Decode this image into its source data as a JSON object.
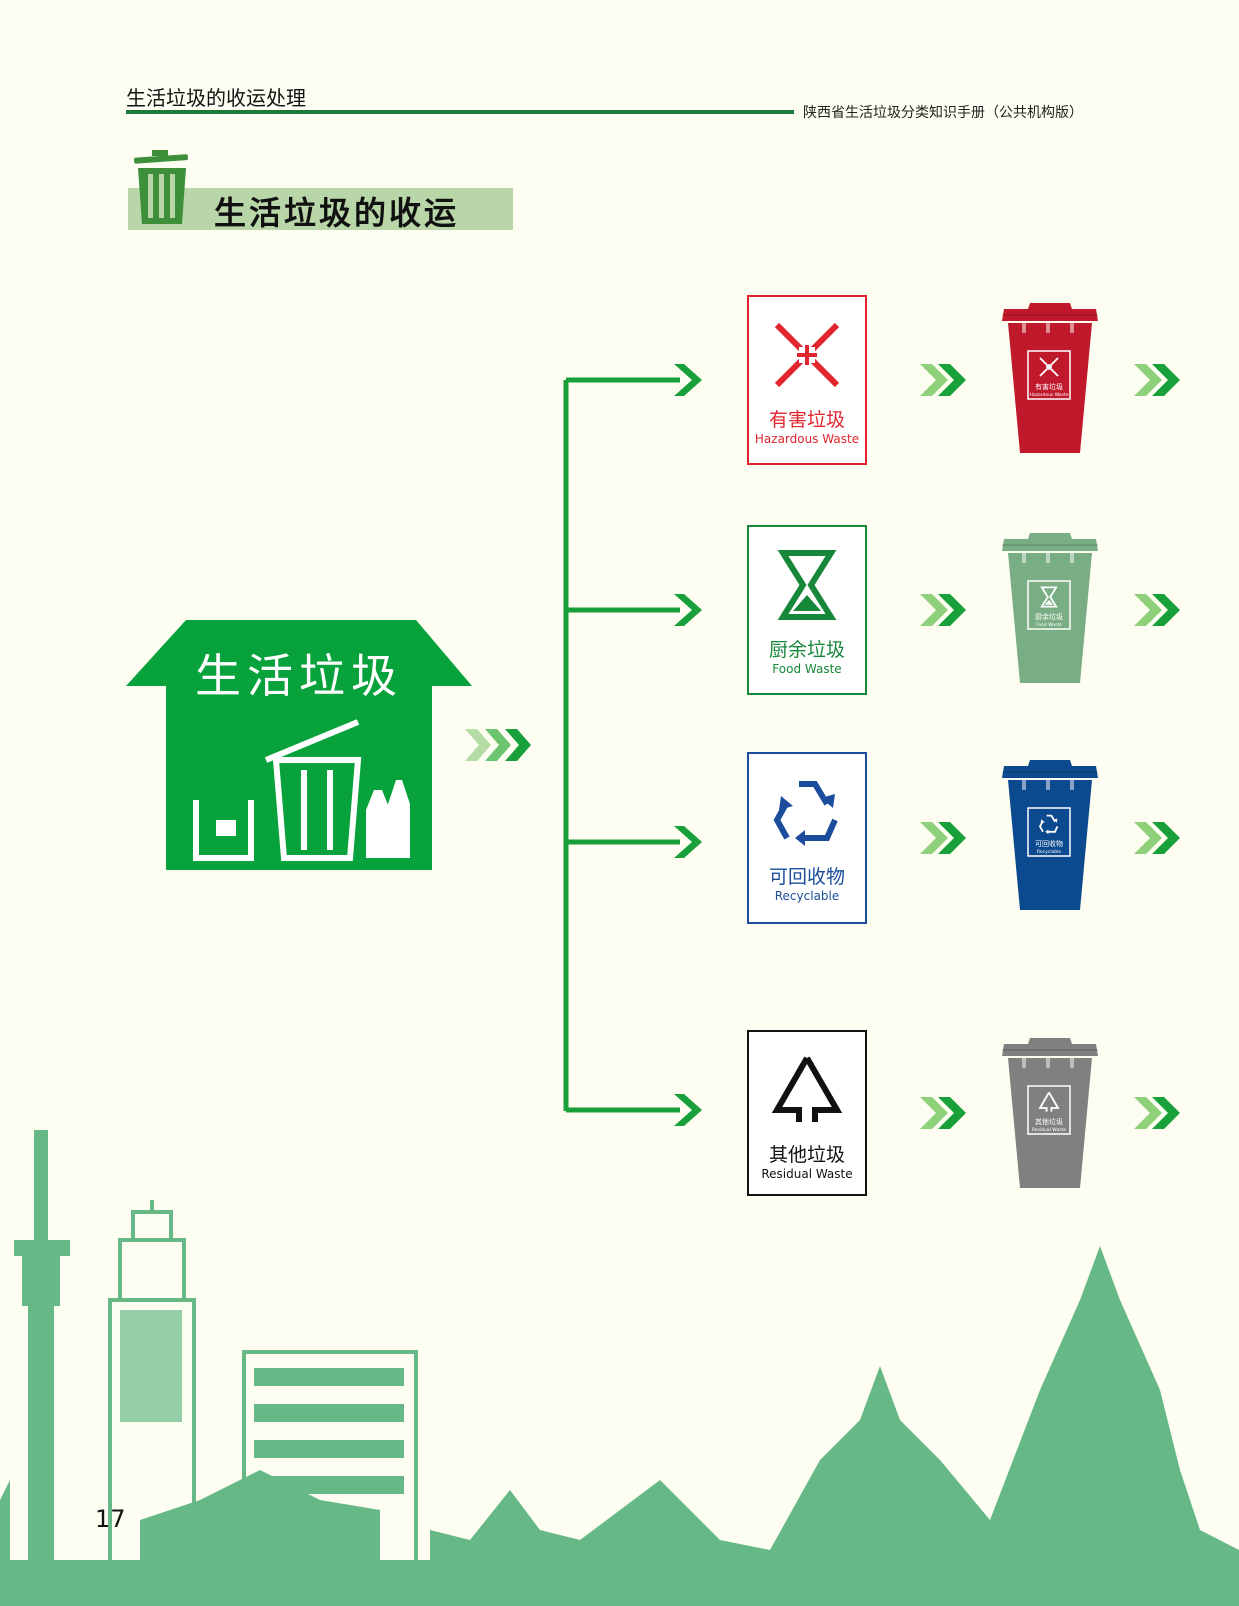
{
  "header": {
    "section": "生活垃圾的收运处理",
    "book_title": "陕西省生活垃圾分类知识手册（公共机构版）"
  },
  "section_title": "生活垃圾的收运",
  "source": {
    "label": "生活垃圾"
  },
  "categories": [
    {
      "cn": "有害垃圾",
      "en": "Hazardous Waste",
      "bin_cn": "有害垃圾",
      "bin_en": "Hazardous Waste",
      "icon": "hazard-x-icon",
      "color": "#e0252f",
      "bin_color": "#c0192c"
    },
    {
      "cn": "厨余垃圾",
      "en": "Food Waste",
      "bin_cn": "厨余垃圾",
      "bin_en": "Food Waste",
      "icon": "hourglass-icon",
      "color": "#17883a",
      "bin_color": "#79ad83"
    },
    {
      "cn": "可回收物",
      "en": "Recyclable",
      "bin_cn": "可回收物",
      "bin_en": "Recyclable",
      "icon": "recycle-icon",
      "color": "#1b4d9c",
      "bin_color": "#0b4a8e"
    },
    {
      "cn": "其他垃圾",
      "en": "Residual Waste",
      "bin_cn": "其他垃圾",
      "bin_en": "Residual Waste",
      "icon": "tree-triangle-icon",
      "color": "#111111",
      "bin_color": "#808080"
    }
  ],
  "page_number": "17",
  "colors": {
    "green": "#07a23c",
    "skyline": "#66b986"
  }
}
